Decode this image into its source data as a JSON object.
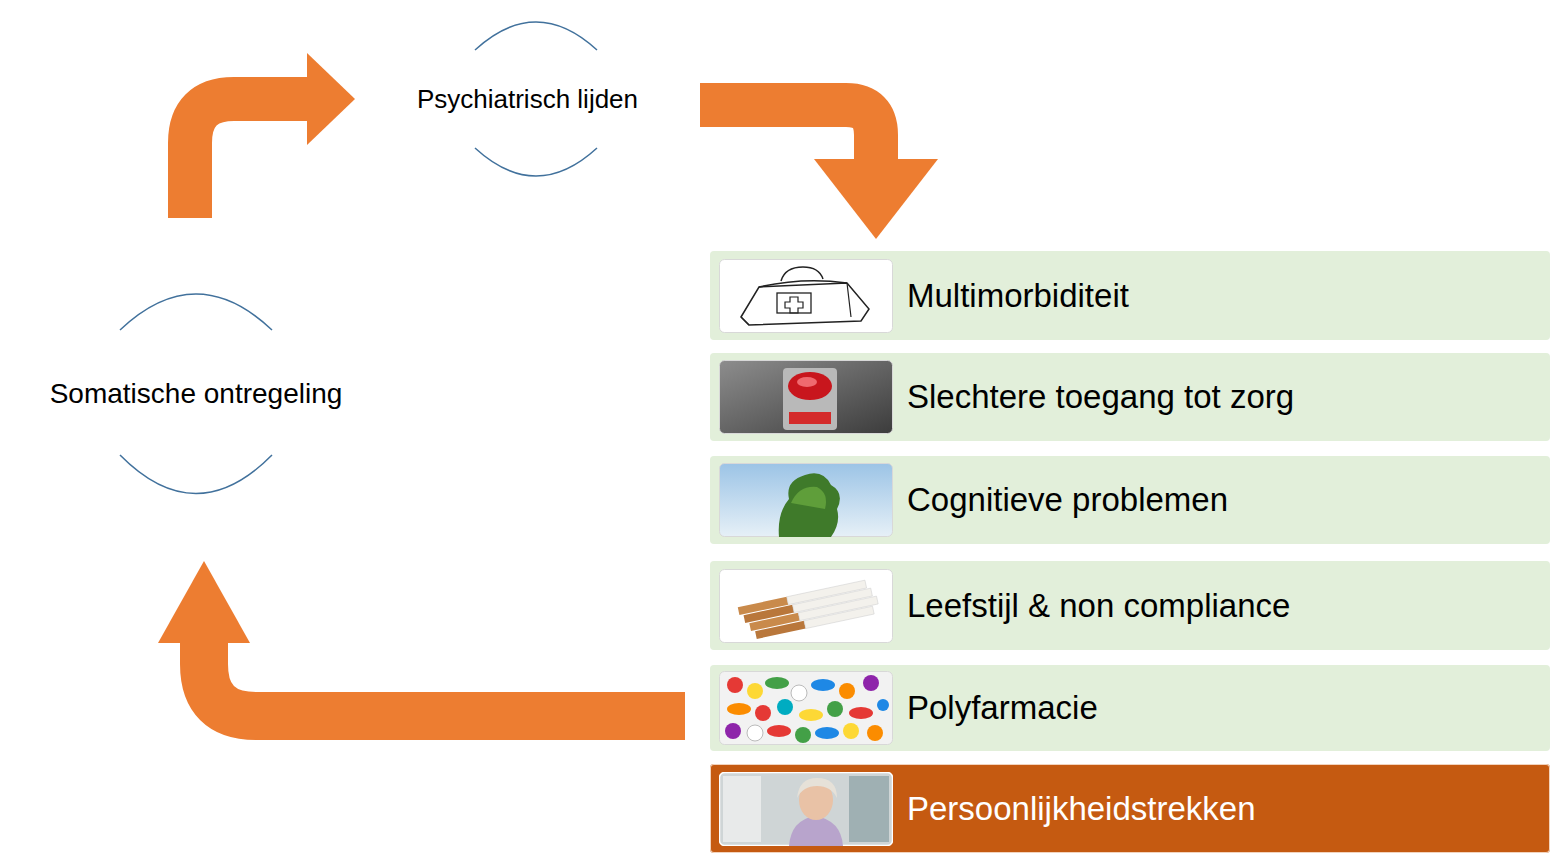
{
  "diagram": {
    "nodes": [
      {
        "text": [
          "Psychiatrisch lijden"
        ]
      },
      {
        "text": [
          "Somatische ontregeling"
        ]
      },
      {
        "text": [
          "Multimorbiditeit"
        ]
      },
      {
        "text": [
          "Slechtere toegang tot zorg"
        ]
      },
      {
        "text": [
          "Cognitieve problemen"
        ]
      },
      {
        "text": [
          "Leefstijl & non compliance"
        ]
      },
      {
        "text": [
          "Polyfarmacie"
        ]
      },
      {
        "text": [
          "Persoonlijkheidstrekken"
        ]
      }
    ],
    "edges": [
      {
        "from": 1,
        "to": 0,
        "arrow": "to"
      },
      {
        "from": 0,
        "to": 2,
        "arrow": "to"
      },
      {
        "from": 6,
        "to": 1,
        "arrow": "to"
      }
    ]
  }
}
